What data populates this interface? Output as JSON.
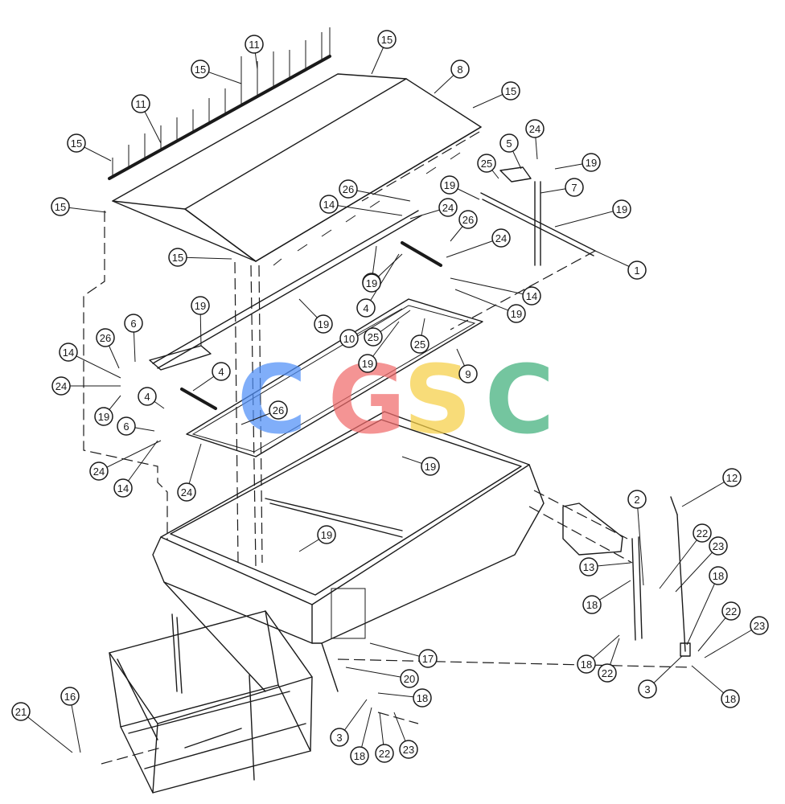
{
  "callouts": [
    "15",
    "11",
    "15",
    "8",
    "15",
    "11",
    "15",
    "24",
    "5",
    "19",
    "25",
    "7",
    "15",
    "26",
    "14",
    "24",
    "19",
    "19",
    "26",
    "24",
    "1",
    "15",
    "4",
    "19",
    "14",
    "19",
    "19",
    "10",
    "4",
    "19",
    "25",
    "25",
    "19",
    "9",
    "6",
    "26",
    "14",
    "24",
    "19",
    "4",
    "6",
    "26",
    "19",
    "24",
    "14",
    "24",
    "19",
    "19",
    "12",
    "2",
    "22",
    "23",
    "13",
    "18",
    "18",
    "18",
    "22",
    "22",
    "23",
    "3",
    "18",
    "17",
    "20",
    "18",
    "21",
    "16",
    "3",
    "18",
    "22",
    "23"
  ],
  "watermark": {
    "letters": [
      "C",
      "G",
      "S",
      "C"
    ],
    "colors": [
      "#4f8ff7",
      "#f06b6b",
      "#f5cf45",
      "#3fae7a"
    ],
    "opacity": 0.72
  }
}
